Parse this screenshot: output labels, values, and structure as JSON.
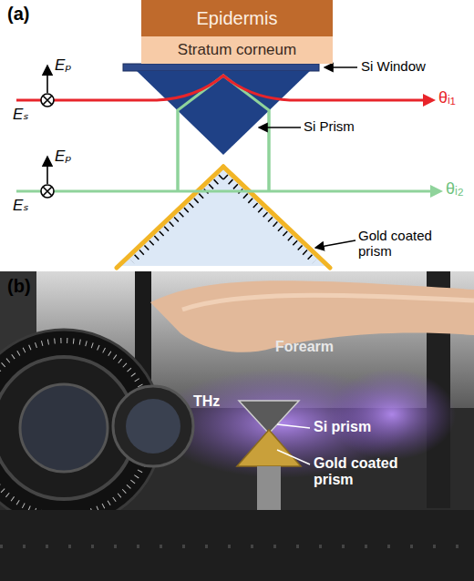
{
  "diagram": {
    "nodes": [
      {
        "text": [
          "Epidermis"
        ]
      },
      {
        "text": [
          "Stratum corneum"
        ]
      }
    ],
    "labels": [
      "(a)",
      "Eₚ",
      "Eₛ",
      "Si Window",
      "Si Prism",
      "θᵢ₁",
      "Eₚ",
      "Eₛ",
      "θᵢ₂",
      "Gold coated prism",
      "(b)",
      "Forearm",
      "THz",
      "Si prism",
      "Gold coated prism"
    ]
  }
}
